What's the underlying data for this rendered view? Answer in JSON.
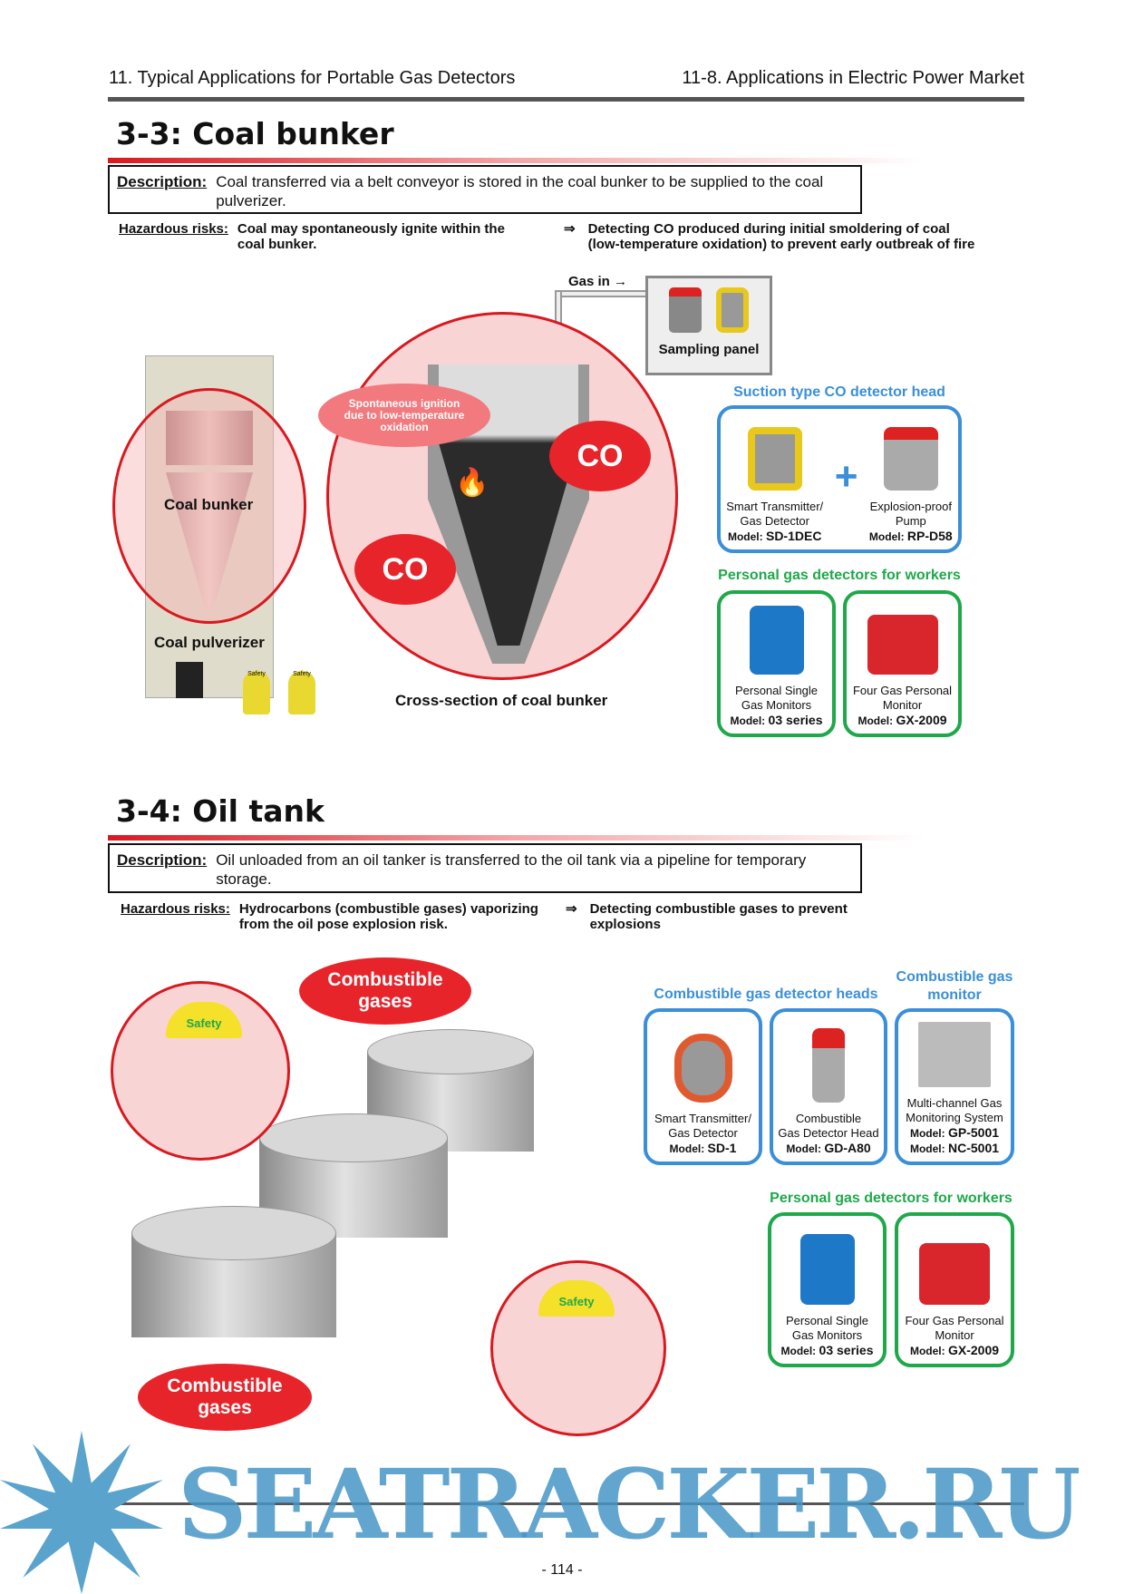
{
  "header": {
    "left": "11. Typical Applications for Portable Gas Detectors",
    "right": "11-8. Applications in Electric Power Market"
  },
  "coal": {
    "title": "3-3:  Coal bunker",
    "desc_label": "Description:",
    "desc": "Coal transferred via a belt conveyor is stored in the coal bunker to be supplied to the coal pulverizer.",
    "haz_label": "Hazardous risks:",
    "haz": "Coal may spontaneously ignite within the coal bunker.",
    "arrow": "⇒",
    "solution": "Detecting CO produced during initial smoldering of coal (low-temperature oxidation) to prevent early outbreak of fire",
    "gas_in": "Gas in →",
    "sampling_panel": "Sampling panel",
    "coal_bunker": "Coal bunker",
    "coal_pulverizer": "Coal pulverizer",
    "ignition": "Spontaneous ignition due to low-temperature oxidation",
    "co": "CO",
    "safety": "Safety",
    "cross_section": "Cross-section of coal bunker",
    "suction_title": "Suction type CO detector head",
    "plus": "+",
    "suction": [
      {
        "name1": "Smart Transmitter/",
        "name2": "Gas Detector",
        "model": "SD-1DEC"
      },
      {
        "name1": "Explosion-proof",
        "name2": "Pump",
        "model": "RP-D58"
      }
    ],
    "personal_title": "Personal gas detectors for workers",
    "personal": [
      {
        "name1": "Personal Single",
        "name2": "Gas Monitors",
        "model": "03 series"
      },
      {
        "name1": "Four Gas Personal",
        "name2": "Monitor",
        "model": "GX-2009"
      }
    ]
  },
  "oil": {
    "title": "3-4:  Oil tank",
    "desc_label": "Description:",
    "desc": "Oil unloaded from an oil tanker is transferred to the oil tank via a pipeline for temporary storage.",
    "haz_label": "Hazardous risks:",
    "haz": "Hydrocarbons (combustible gases) vaporizing from the oil pose explosion risk.",
    "arrow": "⇒",
    "solution": "Detecting combustible gases to prevent explosions",
    "cloud": "Combustible gases",
    "safety": "Safety",
    "heads_title": "Combustible gas detector heads",
    "monitor_title": "Combustible gas monitor",
    "heads": [
      {
        "name1": "Smart Transmitter/",
        "name2": "Gas Detector",
        "model": "SD-1"
      },
      {
        "name1": "Combustible",
        "name2": "Gas Detector Head",
        "model": "GD-A80"
      }
    ],
    "monitor": {
      "name1": "Multi-channel Gas",
      "name2": "Monitoring System",
      "model": "GP-5001",
      "model2": "NC-5001"
    },
    "personal_title": "Personal gas detectors for workers",
    "personal": [
      {
        "name1": "Personal Single",
        "name2": "Gas Monitors",
        "model": "03 series"
      },
      {
        "name1": "Four Gas Personal",
        "name2": "Monitor",
        "model": "GX-2009"
      }
    ]
  },
  "model_label": "Model:",
  "footer": {
    "page": "- 114 -",
    "watermark": "SEATRACKER.RU"
  }
}
